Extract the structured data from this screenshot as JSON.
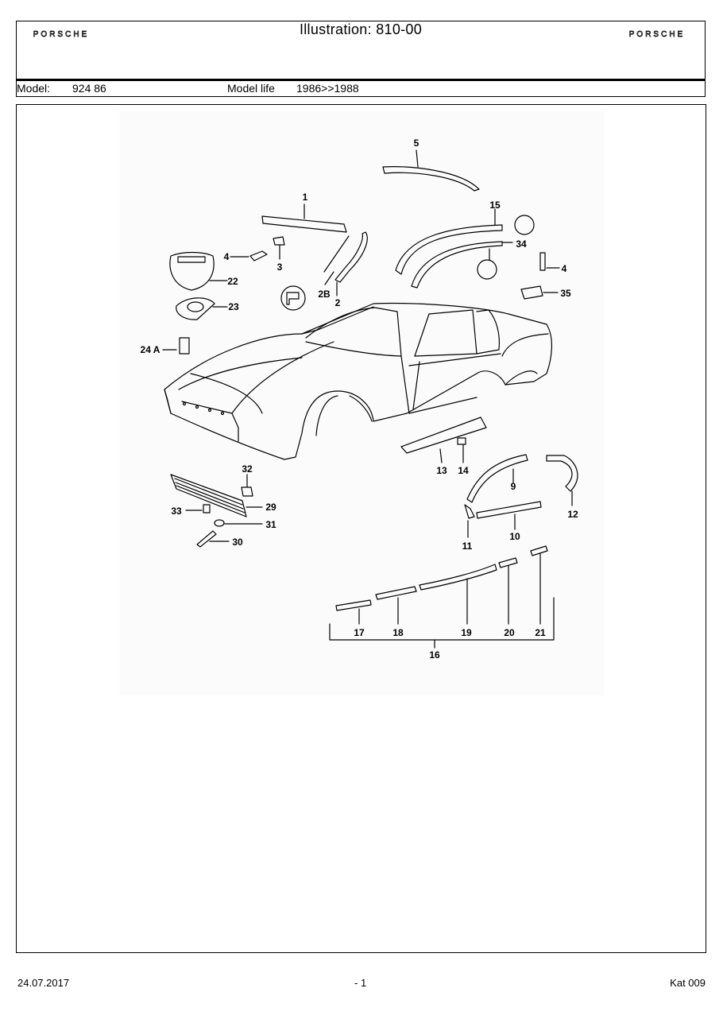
{
  "header": {
    "brand_left": "PORSCHE",
    "brand_right": "PORSCHE",
    "title": "Illustration: 810-00",
    "model_label": "Model:",
    "model_value": "924 86",
    "model_life_label": "Model life",
    "model_life_value": "1986>>1988"
  },
  "callouts": {
    "c1": "1",
    "c2": "2",
    "c2b": "2B",
    "c3": "3",
    "c4a": "4",
    "c4b": "4",
    "c5": "5",
    "c9": "9",
    "c10": "10",
    "c11": "11",
    "c12": "12",
    "c13": "13",
    "c14": "14",
    "c15": "15",
    "c16": "16",
    "c17": "17",
    "c18": "18",
    "c19": "19",
    "c20": "20",
    "c21": "21",
    "c22": "22",
    "c23": "23",
    "c24a": "24 A",
    "c29": "29",
    "c30": "30",
    "c31": "31",
    "c32": "32",
    "c33": "33",
    "c34": "34",
    "c35": "35"
  },
  "footer": {
    "date": "24.07.2017",
    "page": "- 1",
    "catalog": "Kat 009"
  }
}
